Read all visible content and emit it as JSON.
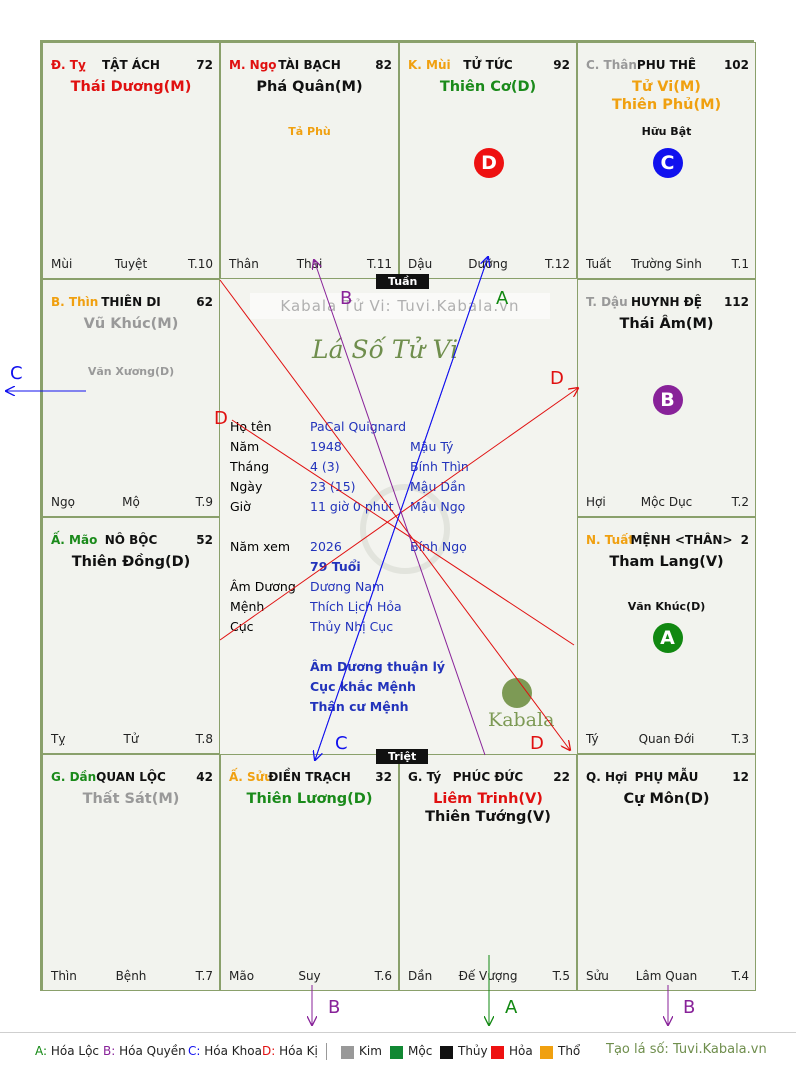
{
  "board": {
    "tuan_label": "Tuần",
    "triet_label": "Triệt",
    "watermark": "Kabala Tử Vi: Tuvi.Kabala.vn",
    "logo_title": "Lá Số Tử Vi",
    "brand": "Kabala"
  },
  "palaces": [
    {
      "can": "Đ. Tỵ",
      "can_color": "#e01010",
      "house": "TẬT ÁCH",
      "num": "72",
      "stars": [
        {
          "t": "Thái Dương(M)",
          "c": "#e01010"
        }
      ],
      "minor": [],
      "circle": null,
      "f1": "Mùi",
      "f2": "Tuyệt",
      "f3": "T.10"
    },
    {
      "can": "M. Ngọ",
      "can_color": "#e01010",
      "house": "TÀI BẠCH",
      "num": "82",
      "stars": [
        {
          "t": "Phá Quân(M)",
          "c": "#111111"
        }
      ],
      "minor": [
        {
          "t": "Tả Phù",
          "c": "#f0a010",
          "y": 82
        }
      ],
      "circle": null,
      "f1": "Thân",
      "f2": "Thai",
      "f3": "T.11"
    },
    {
      "can": "K. Mùi",
      "can_color": "#f0a010",
      "house": "TỬ TỨC",
      "num": "92",
      "stars": [
        {
          "t": "Thiên Cơ(D)",
          "c": "#1a8a1a"
        }
      ],
      "minor": [],
      "circle": {
        "t": "D",
        "c": "#ee1111"
      },
      "f1": "Dậu",
      "f2": "Dưỡng",
      "f3": "T.12"
    },
    {
      "can": "C. Thân",
      "can_color": "#999999",
      "house": "PHU THÊ",
      "num": "102",
      "stars": [
        {
          "t": "Tử Vi(M)",
          "c": "#f0a010"
        },
        {
          "t": "Thiên Phủ(M)",
          "c": "#f0a010"
        }
      ],
      "minor": [
        {
          "t": "Hữu Bật",
          "c": "#111111",
          "y": 82
        }
      ],
      "circle": {
        "t": "C",
        "c": "#1111ee"
      },
      "f1": "Tuất",
      "f2": "Trường Sinh",
      "f3": "T.1"
    },
    {
      "can": "B. Thìn",
      "can_color": "#f0a010",
      "house": "THIÊN DI",
      "num": "62",
      "stars": [
        {
          "t": "Vũ Khúc(M)",
          "c": "#999999"
        }
      ],
      "minor": [
        {
          "t": "Văn Xương(D)",
          "c": "#999999",
          "y": 85
        }
      ],
      "circle": null,
      "f1": "Ngọ",
      "f2": "Mộ",
      "f3": "T.9"
    },
    {
      "can": "T. Dậu",
      "can_color": "#999999",
      "house": "HUYNH ĐỆ",
      "num": "112",
      "stars": [
        {
          "t": "Thái Âm(M)",
          "c": "#111111"
        }
      ],
      "minor": [],
      "circle": {
        "t": "B",
        "c": "#882299"
      },
      "f1": "Hợi",
      "f2": "Mộc Dục",
      "f3": "T.2"
    },
    {
      "can": "Ấ. Mão",
      "can_color": "#1a8a1a",
      "house": "NÔ BỘC",
      "num": "52",
      "stars": [
        {
          "t": "Thiên Đồng(D)",
          "c": "#111111"
        }
      ],
      "minor": [],
      "circle": null,
      "f1": "Tỵ",
      "f2": "Tử",
      "f3": "T.8"
    },
    {
      "can": "N. Tuất",
      "can_color": "#f0a010",
      "house": "MỆNH <THÂN>",
      "num": "2",
      "stars": [
        {
          "t": "Tham Lang(V)",
          "c": "#111111"
        }
      ],
      "minor": [
        {
          "t": "Văn Khúc(D)",
          "c": "#111111",
          "y": 82
        }
      ],
      "circle": {
        "t": "A",
        "c": "#118811"
      },
      "f1": "Tý",
      "f2": "Quan Đới",
      "f3": "T.3"
    },
    {
      "can": "G. Dần",
      "can_color": "#1a8a1a",
      "house": "QUAN LỘC",
      "num": "42",
      "stars": [
        {
          "t": "Thất Sát(M)",
          "c": "#999999"
        }
      ],
      "minor": [],
      "circle": null,
      "f1": "Thìn",
      "f2": "Bệnh",
      "f3": "T.7"
    },
    {
      "can": "Ấ. Sửu",
      "can_color": "#f0a010",
      "house": "ĐIỀN TRẠCH",
      "num": "32",
      "stars": [
        {
          "t": "Thiên Lương(D)",
          "c": "#1a8a1a"
        }
      ],
      "minor": [],
      "circle": null,
      "f1": "Mão",
      "f2": "Suy",
      "f3": "T.6"
    },
    {
      "can": "G. Tý",
      "can_color": "#111111",
      "house": "PHÚC ĐỨC",
      "num": "22",
      "stars": [
        {
          "t": "Liêm Trinh(V)",
          "c": "#e01010"
        },
        {
          "t": "Thiên Tướng(V)",
          "c": "#111111"
        }
      ],
      "minor": [],
      "circle": null,
      "f1": "Dần",
      "f2": "Đế Vượng",
      "f3": "T.5"
    },
    {
      "can": "Q. Hợi",
      "can_color": "#111111",
      "house": "PHỤ MẪU",
      "num": "12",
      "stars": [
        {
          "t": "Cự Môn(D)",
          "c": "#111111"
        }
      ],
      "minor": [],
      "circle": null,
      "f1": "Sửu",
      "f2": "Lâm Quan",
      "f3": "T.4"
    }
  ],
  "info": {
    "rows": [
      {
        "label": "Họ tên",
        "v1": "PaCal Quignard",
        "v2": ""
      },
      {
        "label": "Năm",
        "v1": "1948",
        "v2": "Mậu Tý"
      },
      {
        "label": "Tháng",
        "v1": "4  (3)",
        "v2": "Bính Thìn"
      },
      {
        "label": "Ngày",
        "v1": "23  (15)",
        "v2": "Mậu Dần"
      },
      {
        "label": "Giờ",
        "v1": "11 giờ 0 phút",
        "v2": "Mậu Ngọ"
      },
      {
        "label": "Năm xem",
        "v1": "2026",
        "v2": "Bính Ngọ"
      },
      {
        "label": "",
        "v1": "79 Tuổi",
        "v2": ""
      },
      {
        "label": "Âm Dương",
        "v1": "Dương Nam",
        "v2": ""
      },
      {
        "label": "Mệnh",
        "v1": "Thích Lịch Hỏa",
        "v2": ""
      },
      {
        "label": "Cục",
        "v1": "Thủy Nhị Cục",
        "v2": ""
      }
    ],
    "notes": [
      "Âm Dương thuận lý",
      "Cục khắc Mệnh",
      "Thân cư Mệnh"
    ]
  },
  "arrow_labels": [
    {
      "t": "B",
      "c": "#882299"
    },
    {
      "t": "A",
      "c": "#118811"
    },
    {
      "t": "C",
      "c": "#1111ee"
    },
    {
      "t": "D",
      "c": "#e01010"
    },
    {
      "t": "D",
      "c": "#e01010"
    },
    {
      "t": "C",
      "c": "#1111ee"
    },
    {
      "t": "D",
      "c": "#e01010"
    },
    {
      "t": "B",
      "c": "#882299"
    },
    {
      "t": "A",
      "c": "#118811"
    },
    {
      "t": "B",
      "c": "#882299"
    }
  ],
  "legend": {
    "items": [
      {
        "k": "A:",
        "v": " Hóa Lộc",
        "c": "#118811"
      },
      {
        "k": "B:",
        "v": " Hóa Quyền",
        "c": "#882299"
      },
      {
        "k": "C:",
        "v": " Hóa Khoa",
        "c": "#1111ee"
      },
      {
        "k": "D:",
        "v": " Hóa Kị",
        "c": "#e01010"
      }
    ],
    "elements": [
      {
        "t": "Kim",
        "c": "#999999"
      },
      {
        "t": "Mộc",
        "c": "#118833"
      },
      {
        "t": "Thủy",
        "c": "#111111"
      },
      {
        "t": "Hỏa",
        "c": "#ee1111"
      },
      {
        "t": "Thổ",
        "c": "#f0a010"
      }
    ],
    "site": "Tạo lá số: Tuvi.Kabala.vn"
  }
}
